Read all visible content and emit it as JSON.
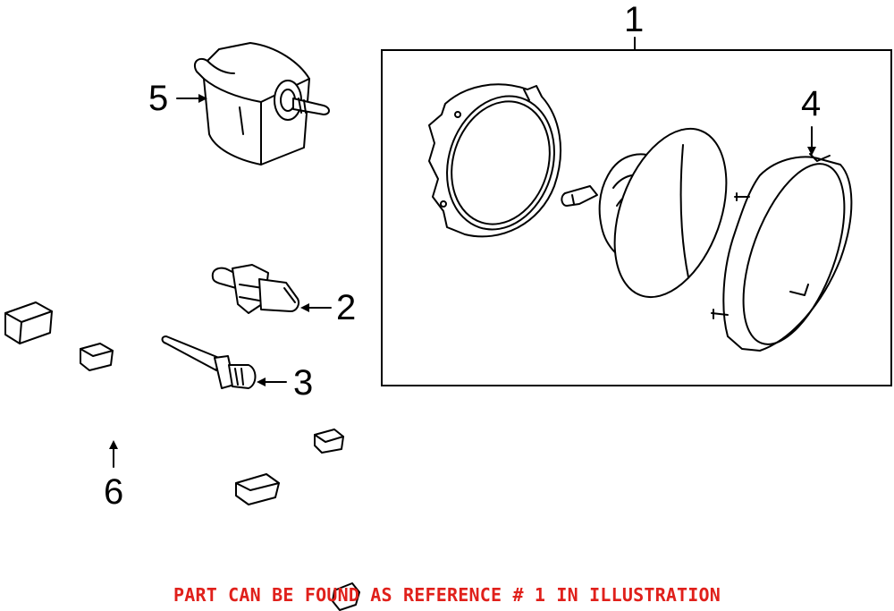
{
  "callouts": {
    "c1": "1",
    "c2": "2",
    "c3": "3",
    "c4": "4",
    "c5": "5",
    "c6": "6"
  },
  "footer": {
    "text": "PART CAN BE FOUND AS REFERENCE # 1 IN ILLUSTRATION",
    "color": "#e0201b"
  }
}
